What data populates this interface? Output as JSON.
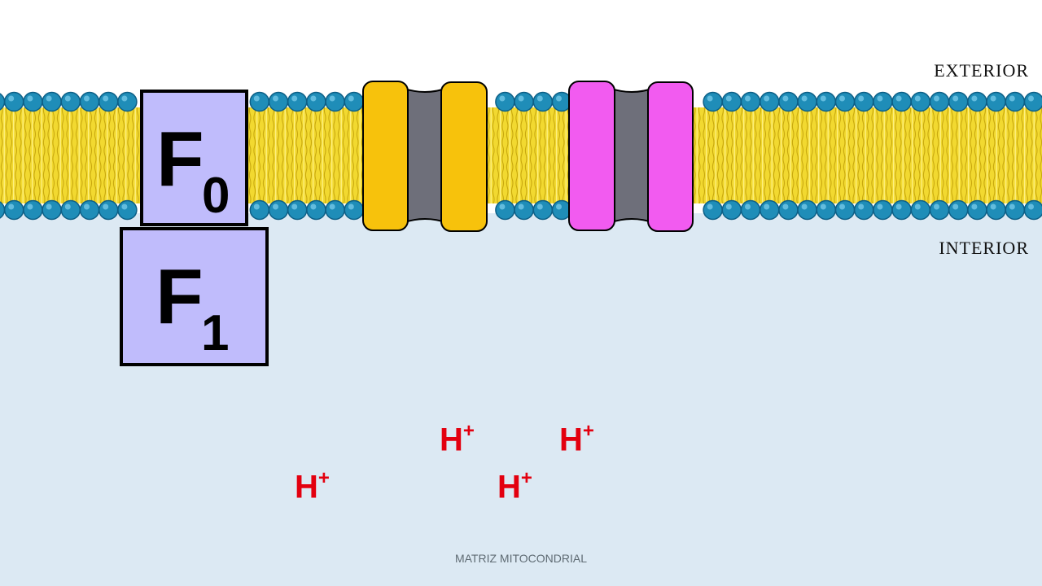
{
  "labels": {
    "exterior": "EXTERIOR",
    "interior": "INTERIOR",
    "matrix": "MATRIZ MITOCONDRIAL"
  },
  "atp_synthase": {
    "f0": {
      "letter": "F",
      "subscript": "0"
    },
    "f1": {
      "letter": "F",
      "subscript": "1"
    }
  },
  "protons": [
    {
      "symbol": "H",
      "charge": "+"
    },
    {
      "symbol": "H",
      "charge": "+"
    },
    {
      "symbol": "H",
      "charge": "+"
    },
    {
      "symbol": "H",
      "charge": "+"
    }
  ],
  "colors": {
    "matrix_background": "#dce9f3",
    "lipid_tail": "#f2d930",
    "lipid_head": "#1f8db8",
    "atp_synthase_fill": "#c0bcfc",
    "channel_yellow": "#f7c20c",
    "channel_magenta": "#f25bf0",
    "channel_gray": "#6e6f7a",
    "proton": "#e3000f"
  }
}
